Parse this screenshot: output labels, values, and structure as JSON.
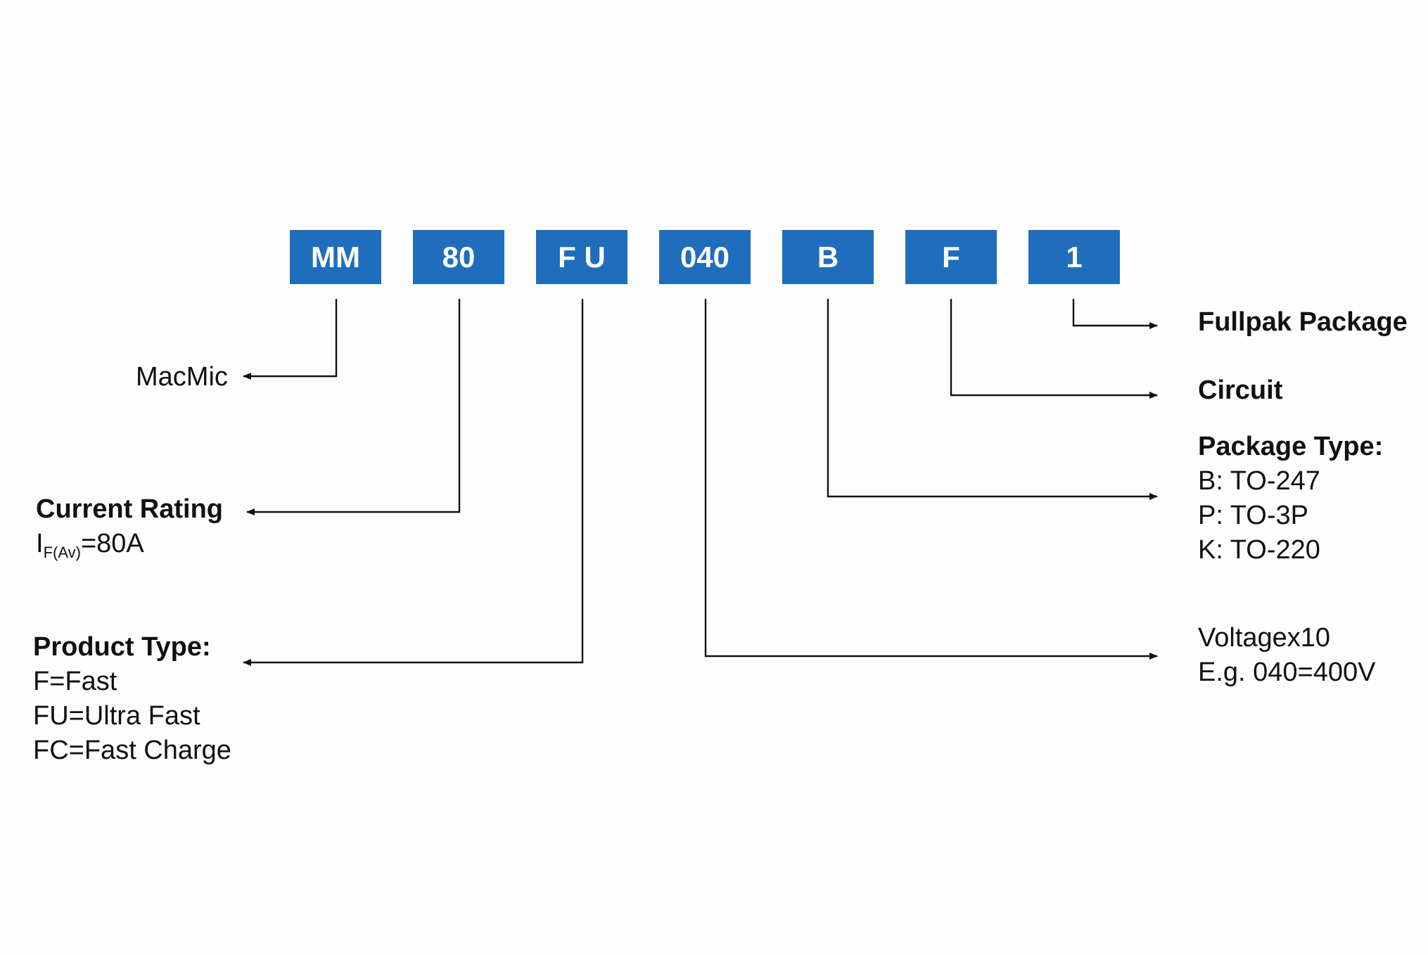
{
  "code_segments": [
    {
      "id": "mm",
      "label": "MM"
    },
    {
      "id": "current",
      "label": "80"
    },
    {
      "id": "product",
      "label": "F U"
    },
    {
      "id": "voltage",
      "label": "040"
    },
    {
      "id": "package",
      "label": "B"
    },
    {
      "id": "circuit",
      "label": "F"
    },
    {
      "id": "fullpak",
      "label": "1"
    }
  ],
  "labels": {
    "macmic": {
      "text": "MacMic"
    },
    "current_rating": {
      "heading": "Current Rating",
      "symbol": "I",
      "subscript": "F(Av)",
      "value": "=80A"
    },
    "product_type": {
      "heading": "Product Type:",
      "lines": [
        "F=Fast",
        "FU=Ultra Fast",
        "FC=Fast Charge"
      ]
    },
    "fullpak": {
      "heading": "Fullpak Package"
    },
    "circuit": {
      "heading": "Circuit"
    },
    "package_type": {
      "heading": "Package Type:",
      "lines": [
        "B: TO-247",
        "P: TO-3P",
        "K: TO-220"
      ]
    },
    "voltage": {
      "lines": [
        "Voltagex10",
        "E.g. 040=400V"
      ]
    }
  },
  "colors": {
    "box_fill": "#1f6ebe",
    "box_text": "#ffffff",
    "line": "#111111",
    "text": "#111111",
    "background": "#fdfdfd"
  }
}
